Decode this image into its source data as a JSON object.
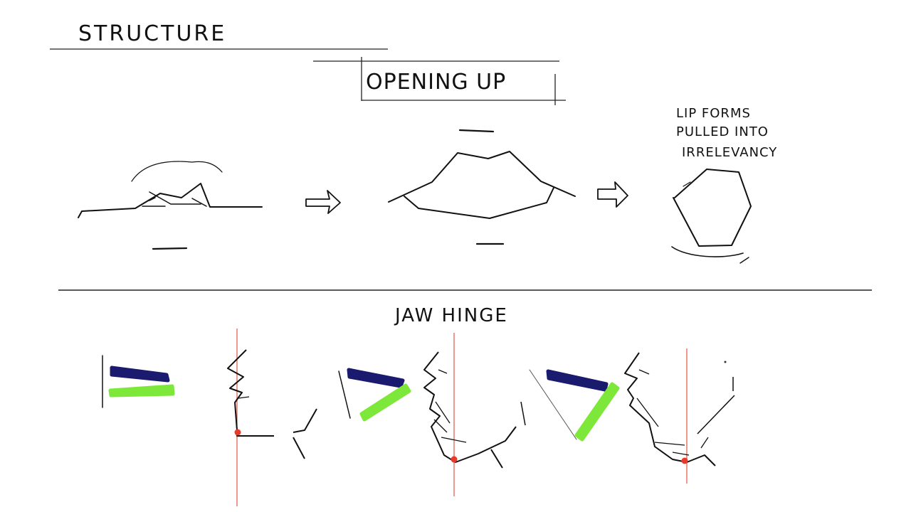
{
  "labels": {
    "structure": "STRUCTURE",
    "opening_up": "OPENING UP",
    "lip_forms_1": "LIP FORMS",
    "lip_forms_2": "PULLED INTO",
    "lip_forms_3": "IRRELEVANCY",
    "jaw_hinge": "JAW HINGE"
  },
  "colors": {
    "ink": "#111111",
    "upper_jaw_stroke": "#1a1a6e",
    "lower_jaw_stroke": "#7de83a",
    "hinge_line": "#e05545",
    "hinge_point": "#e83a2a"
  }
}
